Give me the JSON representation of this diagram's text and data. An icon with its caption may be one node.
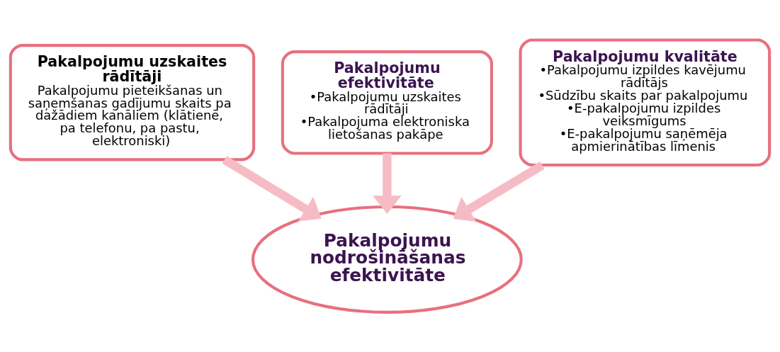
{
  "diagram": {
    "nodes": [
      {
        "text": [
          "Pakalpojumu uzskaites rādītāji",
          "Pakalpojumu pieteikšanas un saņemšanas gadījumu skaits pa dažādiem kanāliem (klātienē, pa telefonu, pa pastu, elektroniski)"
        ]
      },
      {
        "text": [
          "Pakalpojumu efektivitāte",
          "•Pakalpojumu uzskaites rādītāji",
          "•Pakalpojuma elektroniska lietošanas pakāpe"
        ]
      },
      {
        "text": [
          "Pakalpojumu kvalitāte",
          "•Pakalpojumu izpildes kavējumu rādītājs",
          "•Sūdzību skaits par pakalpojumu",
          "•E-pakalpojumu izpildes veiksmīgums",
          "•E-pakalpojumu saņēmēja apmierinātības līmenis"
        ]
      },
      {
        "text": [
          "Pakalpojumu nodrošināšanas efektivitāte"
        ]
      }
    ],
    "edges": [
      {
        "from": 0,
        "to": 3,
        "arrow": "to"
      },
      {
        "from": 1,
        "to": 3,
        "arrow": "to"
      },
      {
        "from": 2,
        "to": 3,
        "arrow": "to"
      }
    ]
  }
}
